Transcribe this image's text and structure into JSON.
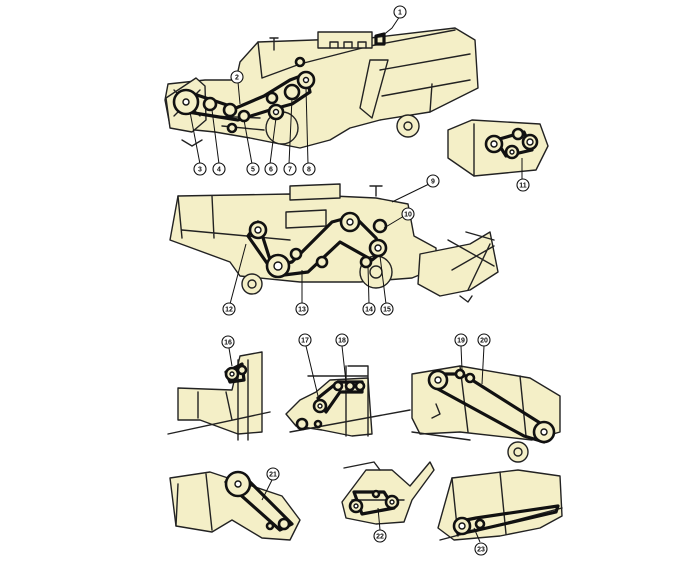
{
  "labels": [
    "1",
    "2",
    "3",
    "4",
    "5",
    "6",
    "7",
    "8",
    "9",
    "10",
    "11",
    "12",
    "13",
    "14",
    "15",
    "16",
    "17",
    "18",
    "19",
    "20",
    "21",
    "22",
    "23"
  ],
  "colors": {
    "paper": "#f4efc7",
    "ink": "#111111",
    "background": "#ffffff"
  }
}
